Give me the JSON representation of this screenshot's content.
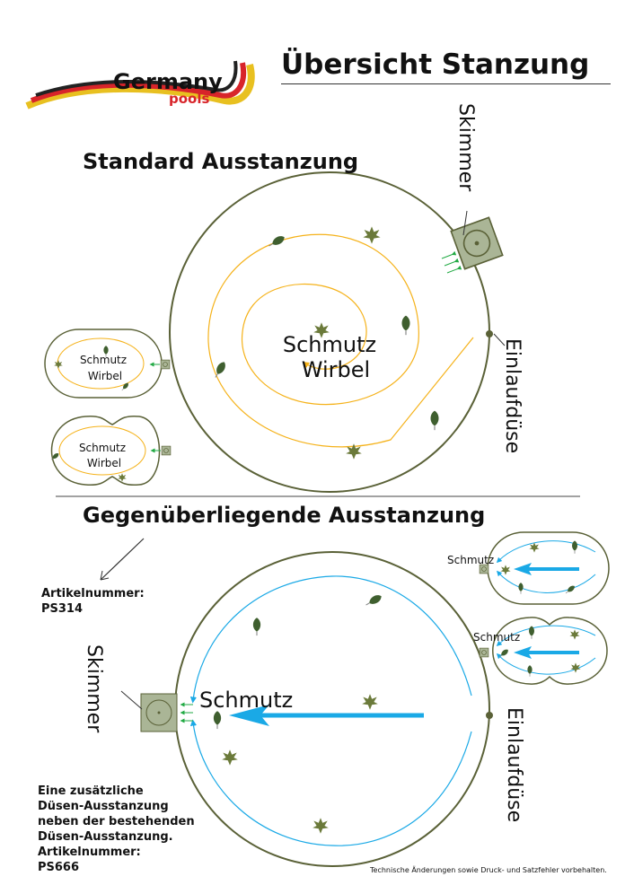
{
  "logo": {
    "brand": "Germany",
    "sub": "pools"
  },
  "title": "Übersicht Stanzung",
  "standard": {
    "heading": "Standard Ausstanzung",
    "center_label_1": "Schmutz",
    "center_label_2": "Wirbel",
    "skimmer": "Skimmer",
    "inlet": "Einlaufdüse",
    "small_pool_1_label_1": "Schmutz",
    "small_pool_1_label_2": "Wirbel",
    "small_pool_2_label_1": "Schmutz",
    "small_pool_2_label_2": "Wirbel"
  },
  "opposite": {
    "heading": "Gegenüberliegende Ausstanzung",
    "article_label": "Artikelnummer:",
    "article_number": "PS314",
    "center_label": "Schmutz",
    "skimmer": "Skimmer",
    "inlet": "Einlaufdüse",
    "small_pool_1_label": "Schmutz",
    "small_pool_2_label": "Schmutz",
    "note_lines": [
      "Eine zusätzliche",
      "Düsen-Ausstanzung",
      "neben der bestehenden",
      "Düsen-Ausstanzung.",
      "Artikelnummer:",
      "PS666"
    ]
  },
  "footer": "Technische Änderungen sowie Druck- und Satzfehler vorbehalten.",
  "colors": {
    "pool_outline": "#5a6137",
    "swirl": "#f5b21a",
    "flow": "#1aa9e6",
    "jet": "#22aa44",
    "skimmer_fill": "#aab596"
  }
}
